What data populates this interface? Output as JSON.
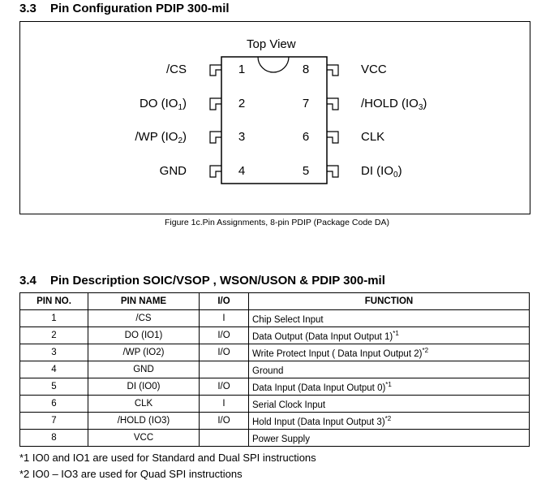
{
  "section1": {
    "number": "3.3",
    "title": "Pin Configuration PDIP 300-mil"
  },
  "diagram": {
    "view_label": "Top View",
    "left_pins": [
      {
        "num": "1",
        "name": "/CS",
        "sub": "",
        "after": ""
      },
      {
        "num": "2",
        "name": "DO (IO",
        "sub": "1",
        "after": ")"
      },
      {
        "num": "3",
        "name": "/WP (IO",
        "sub": "2",
        "after": ")"
      },
      {
        "num": "4",
        "name": "GND",
        "sub": "",
        "after": ""
      }
    ],
    "right_pins": [
      {
        "num": "8",
        "name": "VCC",
        "sub": "",
        "after": ""
      },
      {
        "num": "7",
        "name": "/HOLD (IO",
        "sub": "3",
        "after": ")"
      },
      {
        "num": "6",
        "name": "CLK",
        "sub": "",
        "after": ""
      },
      {
        "num": "5",
        "name": "DI (IO",
        "sub": "0",
        "after": ")"
      }
    ],
    "caption": "Figure 1c.Pin Assignments, 8-pin PDIP (Package Code DA)"
  },
  "section2": {
    "number": "3.4",
    "title": "Pin Description SOIC/VSOP , WSON/USON & PDIP 300-mil"
  },
  "table": {
    "headers": [
      "PIN NO.",
      "PIN NAME",
      "I/O",
      "FUNCTION"
    ],
    "rows": [
      {
        "pin": "1",
        "name": "/CS",
        "io": "I",
        "function": "Chip Select Input",
        "sup": ""
      },
      {
        "pin": "2",
        "name": "DO (IO1)",
        "io": "I/O",
        "function": "Data Output (Data Input Output 1)",
        "sup": "*1"
      },
      {
        "pin": "3",
        "name": "/WP (IO2)",
        "io": "I/O",
        "function": "Write Protect Input ( Data Input Output 2)",
        "sup": "*2"
      },
      {
        "pin": "4",
        "name": "GND",
        "io": "",
        "function": "Ground",
        "sup": ""
      },
      {
        "pin": "5",
        "name": "DI (IO0)",
        "io": "I/O",
        "function": "Data Input (Data Input Output 0)",
        "sup": "*1"
      },
      {
        "pin": "6",
        "name": "CLK",
        "io": "I",
        "function": "Serial Clock Input",
        "sup": ""
      },
      {
        "pin": "7",
        "name": "/HOLD (IO3)",
        "io": "I/O",
        "function": "Hold Input (Data Input Output 3)",
        "sup": "*2"
      },
      {
        "pin": "8",
        "name": "VCC",
        "io": "",
        "function": "Power Supply",
        "sup": ""
      }
    ]
  },
  "notes": [
    "*1 IO0 and IO1 are used for Standard and Dual SPI instructions",
    "*2 IO0 – IO3 are used for Quad SPI instructions"
  ]
}
